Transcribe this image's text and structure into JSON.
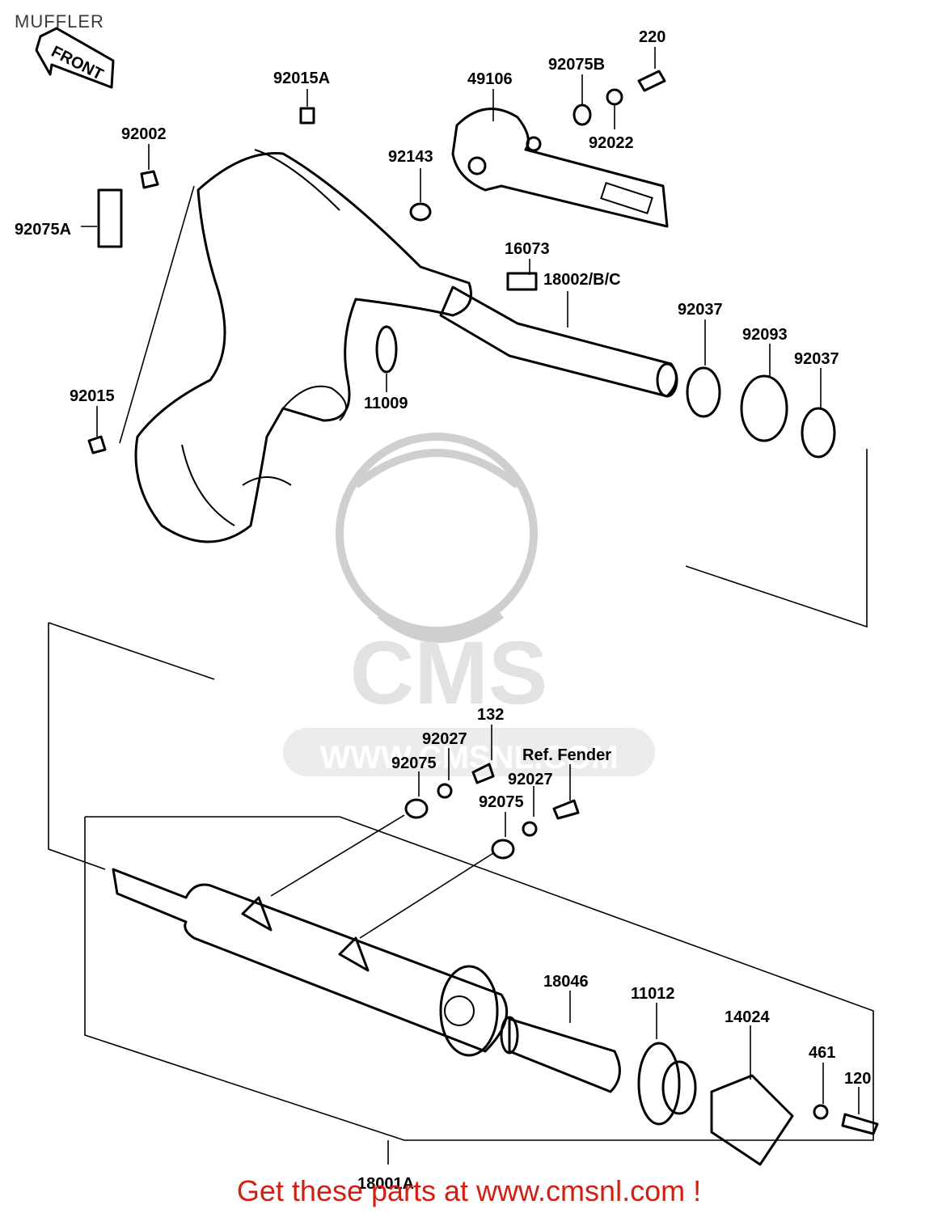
{
  "title": "MUFFLER",
  "front_label": "FRONT",
  "footer_text": "Get these parts at www.cmsnl.com !",
  "watermark": {
    "brand": "CMS",
    "url": "WWW.CMSNL.COM"
  },
  "reference_note": "Ref. Fender",
  "parts": {
    "p220": "220",
    "p92075B": "92075B",
    "p49106": "49106",
    "p92022": "92022",
    "p92015A": "92015A",
    "p92002": "92002",
    "p92143": "92143",
    "p92075A": "92075A",
    "p16073": "16073",
    "p18002": "18002/B/C",
    "p92037a": "92037",
    "p92093": "92093",
    "p92037b": "92037",
    "p11009": "11009",
    "p92015": "92015",
    "p132": "132",
    "p92027a": "92027",
    "p92075a": "92075",
    "p92027b": "92027",
    "p92075b": "92075",
    "p18046": "18046",
    "p11012": "11012",
    "p14024": "14024",
    "p461": "461",
    "p120": "120",
    "p18001": "18001A"
  }
}
